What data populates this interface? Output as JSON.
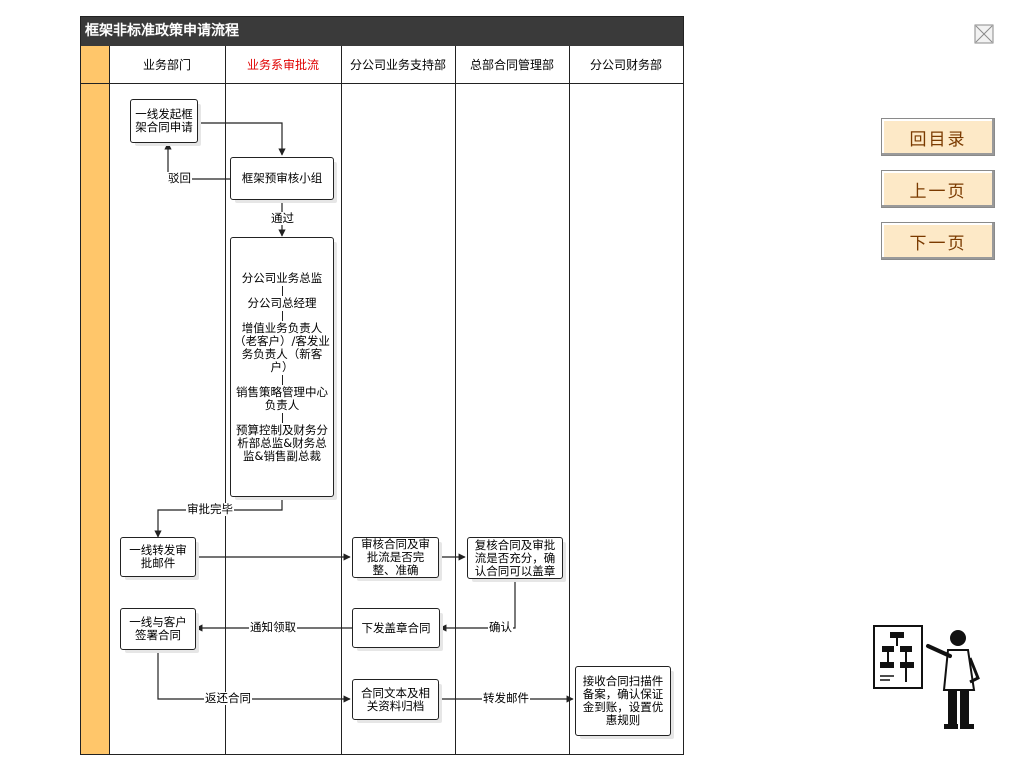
{
  "diagram": {
    "title": "框架非标准政策申请流程",
    "lanes": [
      "业务部门",
      "业务系审批流",
      "分公司业务支持部",
      "总部合同管理部",
      "分公司财务部"
    ],
    "nodes": {
      "initiate": "一线发起框架合同申请",
      "prereview": "框架预审核小组",
      "approver1": "分公司业务总监",
      "approver2": "分公司总经理",
      "approver3": "增值业务负责人（老客户）/客发业务负责人（新客户）",
      "approver4": "销售策略管理中心负责人",
      "approver5": "预算控制及财务分析部总监&财务总监&销售副总裁",
      "forward_mail": "一线转发审批邮件",
      "review_contract": "审核合同及审批流是否完整、准确",
      "recheck": "复核合同及审批流是否充分，确认合同可以盖章",
      "issue_seal": "下发盖章合同",
      "sign_customer": "一线与客户签署合同",
      "archive": "合同文本及相关资料归档",
      "finance_receive": "接收合同扫描件备案，确认保证金到账，设置优惠规则"
    },
    "edge_labels": {
      "reject": "驳回",
      "pass": "通过",
      "approval_done": "审批完毕",
      "confirm": "确认",
      "notify_pickup": "通知领取",
      "return_contract": "返还合同",
      "forward_mail": "转发邮件"
    }
  },
  "nav": {
    "toc": "回目录",
    "prev": "上一页",
    "next": "下一页"
  },
  "icons": {
    "close": "close-box-icon",
    "figure": "presenter-flowchart-icon"
  },
  "colors": {
    "title_bar": "#3a3a3a",
    "lane_strip": "#ffc66a",
    "highlight_header": "#e00000",
    "nav_button_bg": "#fde9c7",
    "nav_button_text": "#7a3a00"
  }
}
